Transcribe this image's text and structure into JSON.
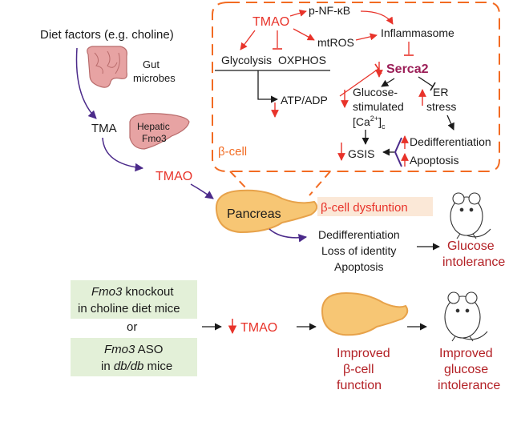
{
  "colors": {
    "red": "#e8332a",
    "orange": "#f26b22",
    "purple": "#4b2a8a",
    "serca": "#9b1e57",
    "pancreas_fill": "#f7c674",
    "pancreas_stroke": "#e7a24a",
    "label_bg": "#fbe8d7",
    "box_bg": "#e3f0d8",
    "dark_red": "#b32025",
    "black": "#1a1a1a"
  },
  "inputs": {
    "diet": "Diet factors (e.g. choline)",
    "gut_line1": "Gut",
    "gut_line2": "microbes",
    "tma": "TMA",
    "hepatic_line1": "Hepatic",
    "hepatic_line2": "Fmo3",
    "tmao": "TMAO"
  },
  "beta_cell": {
    "label": "β-cell",
    "tmao": "TMAO",
    "pnfkb": "p-NF-κB",
    "mtros": "mtROS",
    "inflammasome": "Inflammasome",
    "glycolysis": "Glycolysis",
    "oxphos": "OXPHOS",
    "serca2": "Serca2",
    "atp_adp": "ATP/ADP",
    "glucose_line1": "Glucose-",
    "glucose_line2": "stimulated",
    "ca_pre": "[Ca",
    "ca_sup": "2+",
    "ca_post": "]",
    "ca_sub": "c",
    "er_line1": "ER",
    "er_line2": "stress",
    "dediff": "Dedifferentiation",
    "apoptosis": "Apoptosis",
    "gsis": "GSIS"
  },
  "pancreas": {
    "label": "Pancreas",
    "dysfunction": "β-cell dysfuntion",
    "effect1": "Dedifferentiation",
    "effect2": "Loss of identity",
    "effect3": "Apoptosis",
    "outcome_line1": "Glucose",
    "outcome_line2": "intolerance"
  },
  "intervention": {
    "box1_gene": "Fmo3",
    "box1_rest": " knockout",
    "box1_line2": "in choline diet mice",
    "or": "or",
    "box2_gene": "Fmo3",
    "box2_rest": " ASO",
    "box2_line2_pre": "in ",
    "box2_line2_em": "db/db",
    "box2_line2_post": " mice",
    "tmao": "TMAO",
    "result1_line1": "Improved",
    "result1_line2": "β-cell",
    "result1_line3": "function",
    "result2_line1": "Improved",
    "result2_line2": "glucose",
    "result2_line3": "intolerance"
  }
}
